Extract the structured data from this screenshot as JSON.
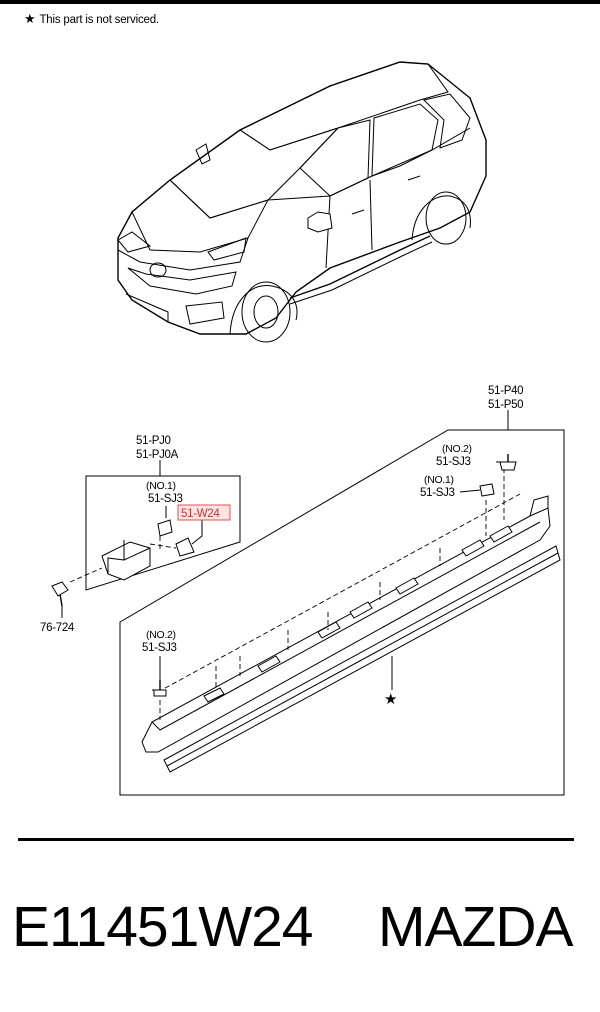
{
  "header": {
    "note_star": "★",
    "note_text": "This part is not serviced."
  },
  "callouts": {
    "garnish_1": "51-P40",
    "garnish_2": "51-P50",
    "bracket_1": "51-PJ0",
    "bracket_2": "51-PJ0A",
    "clip_no1_a_note": "(NO.1)",
    "clip_no1_a": "51-SJ3",
    "highlight_part": "51-W24",
    "clip_no2_a_note": "(NO.2)",
    "clip_no2_a": "51-SJ3",
    "clip_no1_b_note": "(NO.1)",
    "clip_no1_b": "51-SJ3",
    "screw": "76-724",
    "clip_no2_b_note": "(NO.2)",
    "clip_no2_b": "51-SJ3",
    "molding_star": "★"
  },
  "footer": {
    "part_number": "E11451W24",
    "brand": "MAZDA"
  },
  "colors": {
    "highlight_fill": "#fde4e4",
    "highlight_stroke": "#e05050",
    "highlight_text": "#d03030"
  }
}
